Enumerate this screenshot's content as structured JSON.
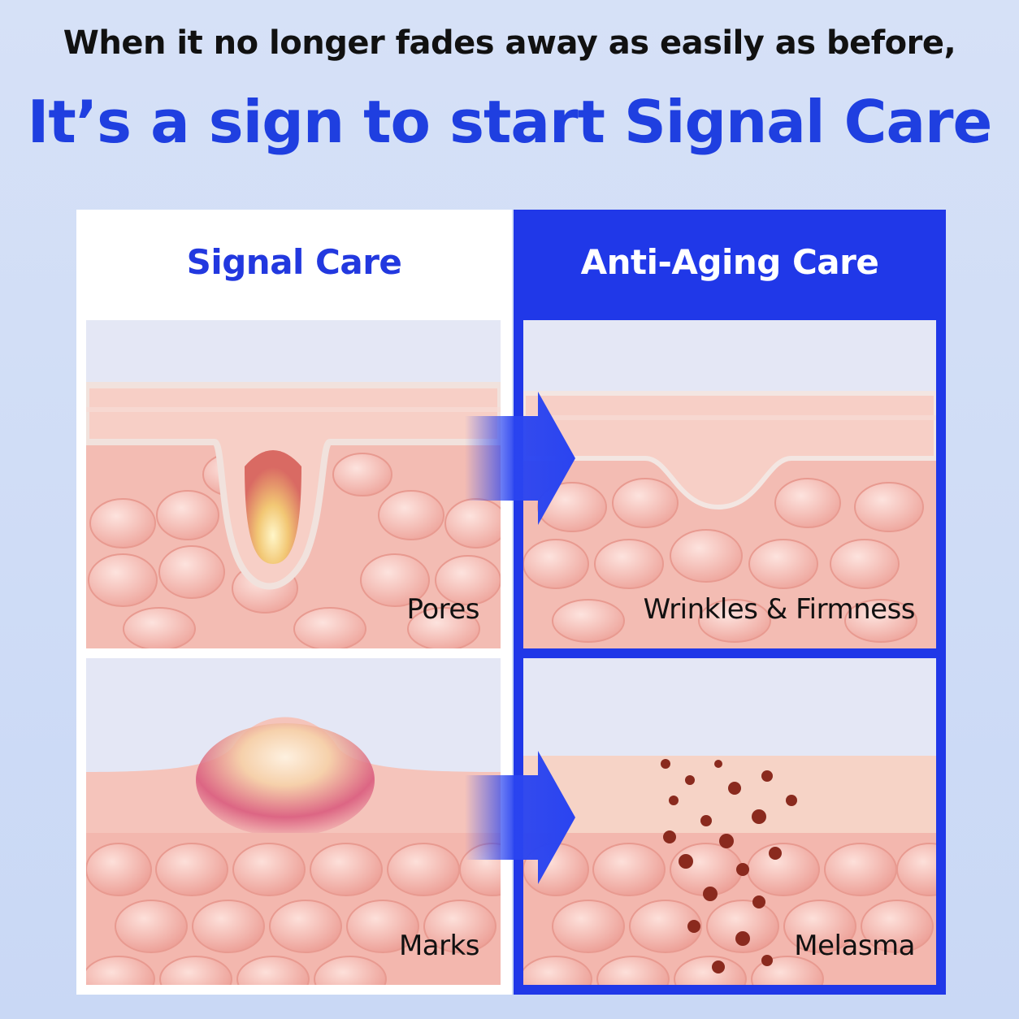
{
  "header": {
    "subtitle": "When it no longer fades away as easily as before,",
    "title": "It’s a sign to start Signal Care"
  },
  "columns": {
    "left": {
      "title": "Signal Care"
    },
    "right": {
      "title": "Anti-Aging Care"
    }
  },
  "panels": {
    "pores": {
      "label": "Pores"
    },
    "wrinkles": {
      "label": "Wrinkles & Firmness"
    },
    "marks": {
      "label": "Marks"
    },
    "melasma": {
      "label": "Melasma"
    }
  },
  "colors": {
    "accent": "#2038e8",
    "title_blue": "#1f3fe0",
    "skin": "#f2b6ad",
    "background": "#d6e1f7"
  },
  "icons": {
    "arrow": "arrow-right-icon"
  }
}
